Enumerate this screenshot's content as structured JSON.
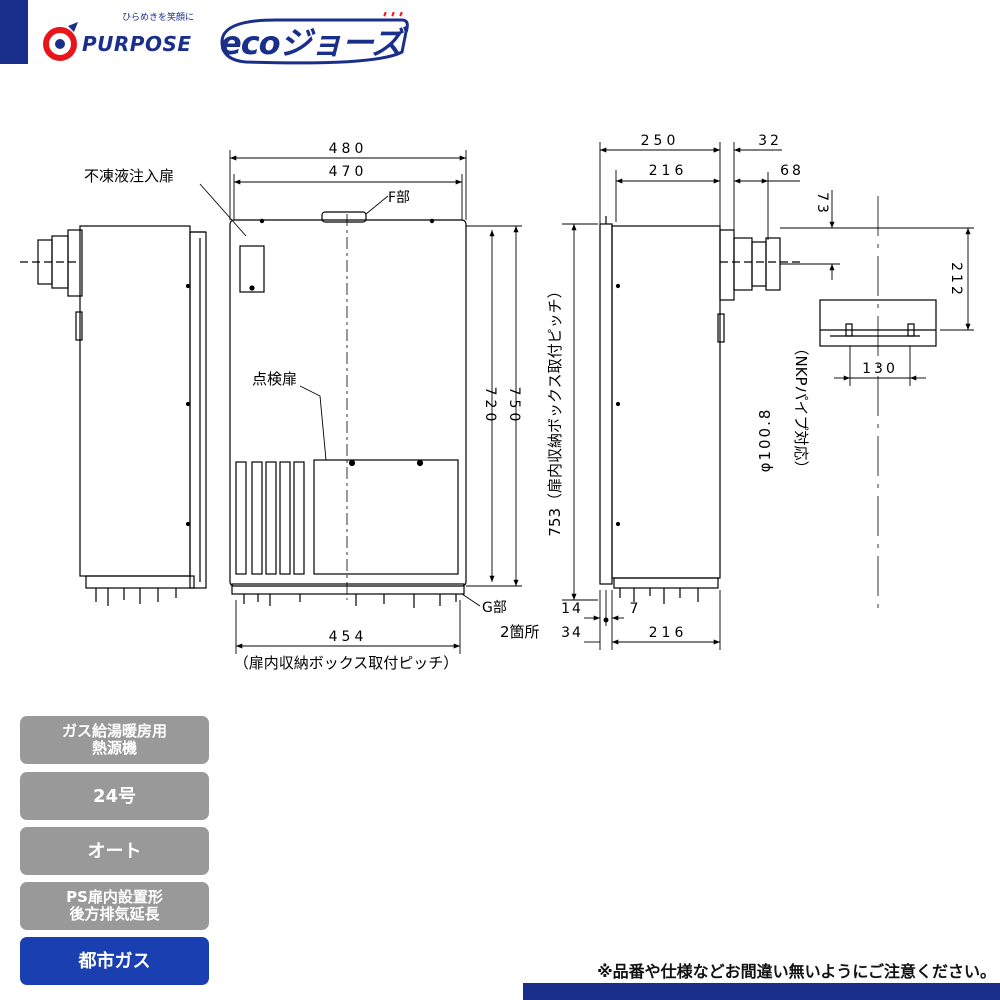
{
  "header": {
    "brand_tagline": "ひらめきを笑顔に",
    "brand_name": "PURPOSE",
    "series_logo": "ecoジョーズ",
    "brand_mark_icon": "purpose-logo-icon",
    "accent_color": "#1a2f8c"
  },
  "drawing": {
    "front": {
      "dim_480": "480",
      "dim_470": "470",
      "dim_454": "454",
      "dim_720": "720",
      "dim_750": "750",
      "label_antifreeze": "不凍液注入扉",
      "label_f": "F部",
      "label_inspect": "点検扉",
      "label_g": "G部",
      "label_pitch": "（扉内収納ボックス取付ピッチ）"
    },
    "side": {
      "dim_250": "250",
      "dim_32": "32",
      "dim_216_top": "216",
      "dim_68": "68",
      "dim_73": "73",
      "dim_212": "212",
      "dim_130": "130",
      "dim_14": "14",
      "dim_7": "7",
      "dim_34": "34",
      "dim_216_bottom": "216",
      "label_two_places": "2箇所",
      "label_pitch_vertical": "753（扉内収納ボックス取付ピッチ）",
      "label_pipe": "φ100.8",
      "label_pipe_note": "（NKPパイプ対応）"
    }
  },
  "tags": [
    {
      "line1": "ガス給湯暖房用",
      "line2": "熱源機"
    },
    {
      "text": "24号"
    },
    {
      "text": "オート"
    },
    {
      "line1": "PS扉内設置形",
      "line2": "後方排気延長"
    },
    {
      "text": "都市ガス"
    }
  ],
  "notice": "※品番や仕様などお間違い無いようにご注意ください。"
}
